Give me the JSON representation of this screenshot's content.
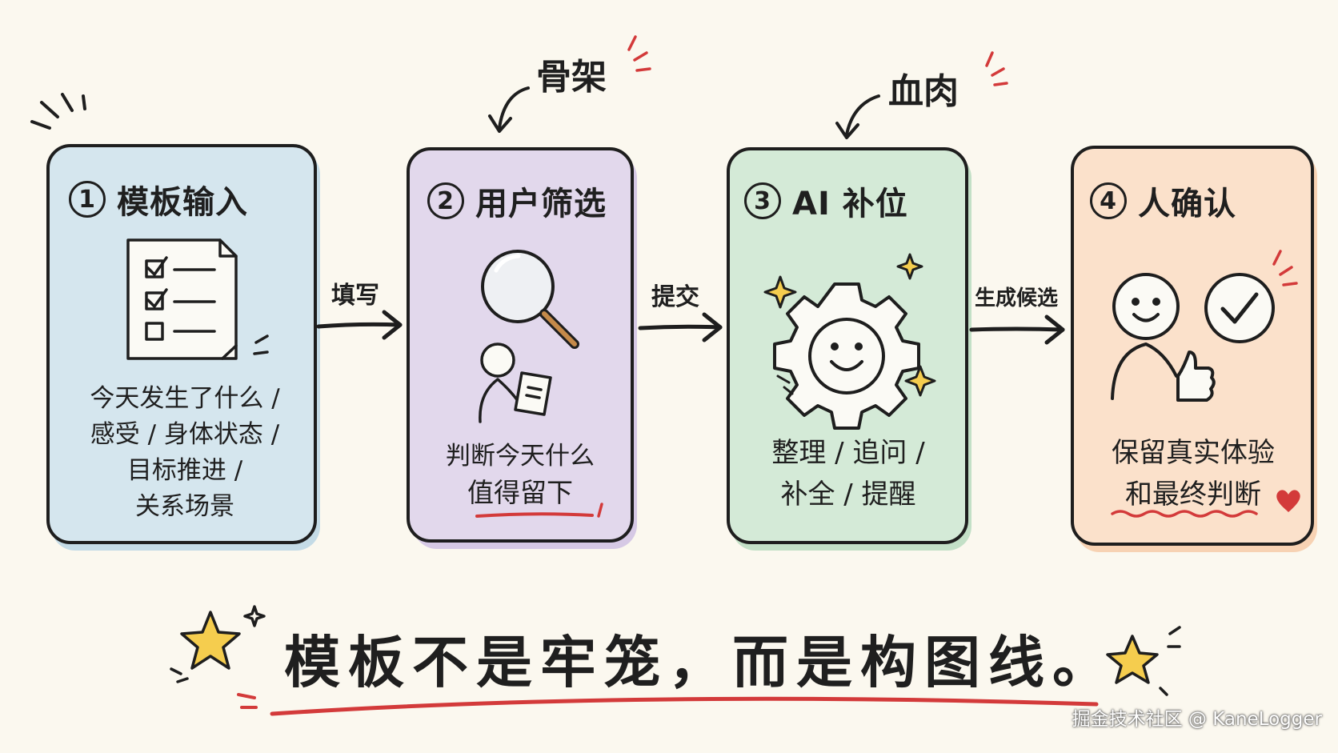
{
  "steps": [
    {
      "num": "1",
      "title": "模板输入",
      "lines": [
        "今天发生了什么 /",
        "感受 / 身体状态 /",
        "目标推进 /",
        "关系场景"
      ],
      "bg": "#d5e6ee",
      "icon": "checklist-icon"
    },
    {
      "num": "2",
      "title": "用户筛选",
      "lines": [
        "判断今天什么",
        "值得留下"
      ],
      "bg": "#e2d8ec",
      "icon": "magnifier-icon"
    },
    {
      "num": "3",
      "title": "AI 补位",
      "lines": [
        "整理 / 追问 /",
        "补全 / 提醒"
      ],
      "bg": "#d4ead7",
      "icon": "gear-icon"
    },
    {
      "num": "4",
      "title": "人确认",
      "lines": [
        "保留真实体验",
        "和最终判断"
      ],
      "bg": "#fbe1cb",
      "icon": "check-icon"
    }
  ],
  "arrows": [
    "填写",
    "提交",
    "生成候选"
  ],
  "notes": {
    "skeleton": "骨架",
    "flesh": "血肉"
  },
  "motto": "模板不是牢笼，而是构图线。",
  "watermark": "掘金技术社区 @ KaneLogger",
  "colors": {
    "accent_red": "#d33a3a",
    "star_yellow": "#f5cd4e",
    "ink": "#1e1e1e"
  }
}
